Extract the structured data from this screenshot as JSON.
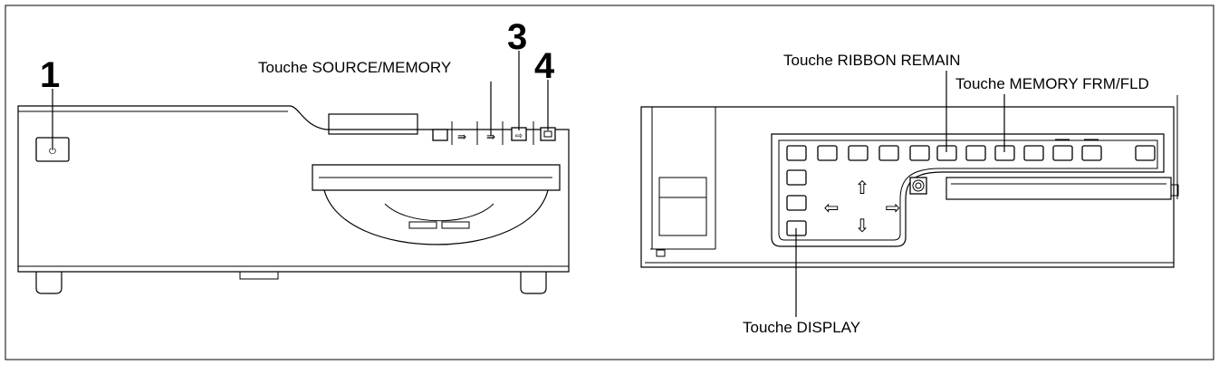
{
  "left_panel": {
    "callout_1": "1",
    "callout_3": "3",
    "callout_4": "4",
    "label_source_memory": "Touche SOURCE/MEMORY"
  },
  "right_panel": {
    "label_ribbon_remain": "Touche RIBBON REMAIN",
    "label_memory_frm_fld": "Touche MEMORY FRM/FLD",
    "label_display": "Touche DISPLAY"
  }
}
